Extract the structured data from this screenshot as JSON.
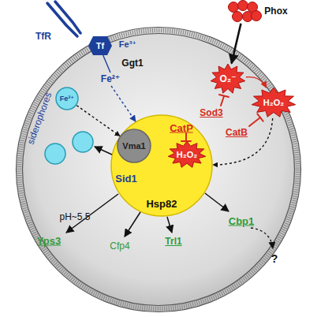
{
  "diagram": {
    "nodes": [
      {
        "text": [
          "TfR"
        ]
      },
      {
        "text": [
          "Phox"
        ]
      },
      {
        "text": [
          "pH~5.5"
        ]
      },
      {
        "text": [
          "Tf",
          "Fe³⁺"
        ],
        "in": 2
      },
      {
        "text": [
          "O₂⁻"
        ],
        "in": 2
      },
      {
        "text": [
          "H₂O₂"
        ],
        "in": 2
      },
      {
        "text": [
          "Fe³⁺"
        ],
        "in": 2
      },
      {
        "text": [
          "Sid1",
          "CatP",
          "Hsp82"
        ],
        "in": 2
      },
      {
        "text": [
          "Vma1"
        ],
        "in": 7
      },
      {
        "text": [
          "H₂O₂"
        ],
        "in": 7
      }
    ],
    "edges": [
      {
        "from": 1,
        "to": 4,
        "arrow": "to"
      },
      {
        "from": 4,
        "to": 5,
        "arrow": "to"
      },
      {
        "from": 5,
        "to": 7,
        "arrow": "to"
      },
      {
        "from": 6,
        "to": 7,
        "arrow": "to"
      },
      {
        "from": 3,
        "to": 7,
        "label": "Fe²⁺",
        "arrow": "to"
      }
    ],
    "labels": [
      "Ggt1",
      "siderophores",
      "Sod3",
      "CatB",
      "Yps3",
      "Cfp4",
      "Trl1",
      "Cbp1",
      "?"
    ]
  }
}
